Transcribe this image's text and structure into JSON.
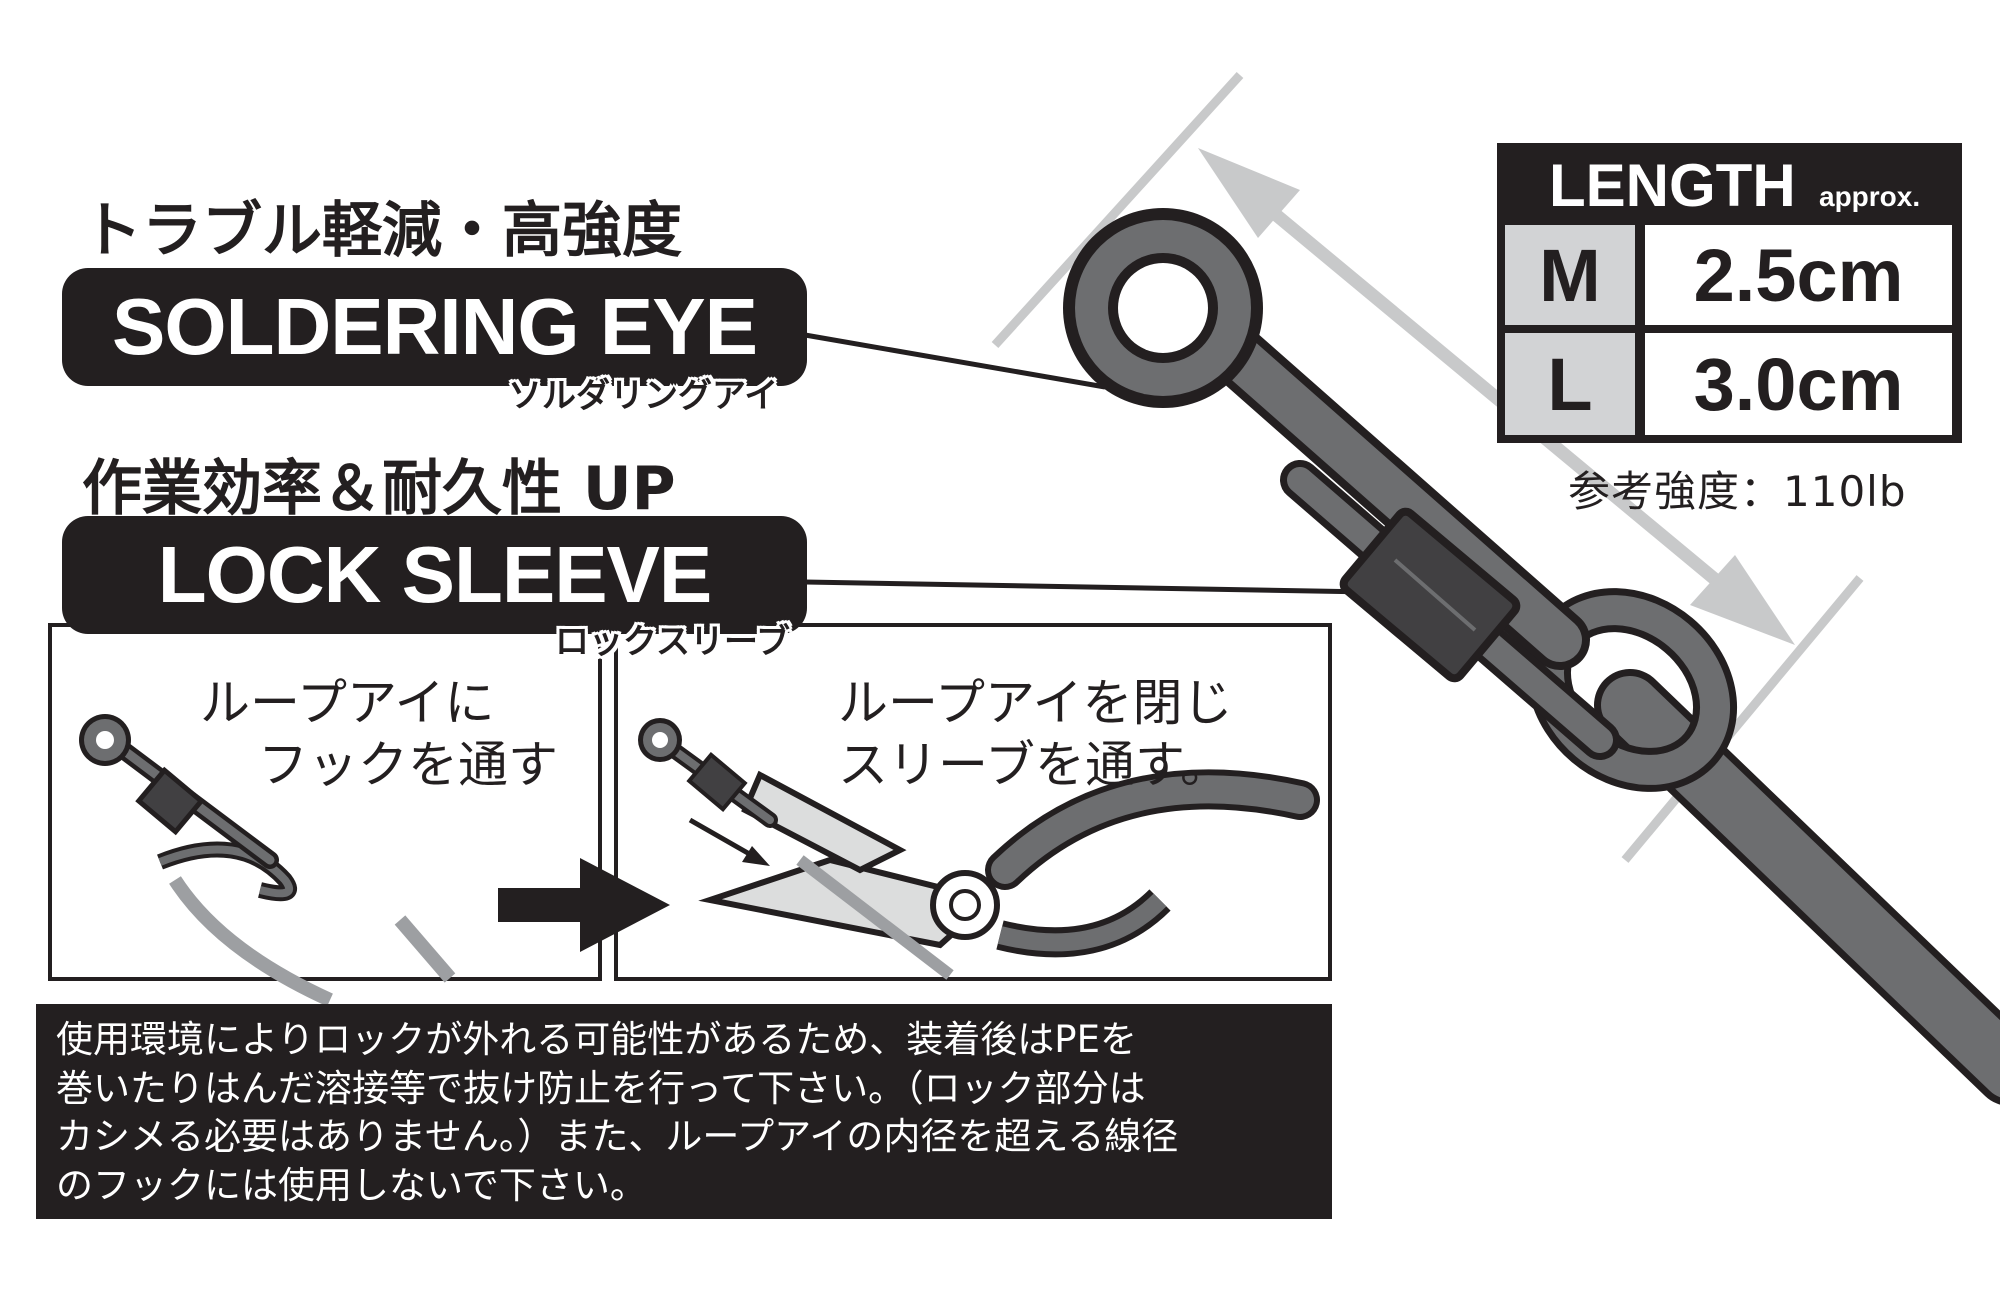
{
  "features": [
    {
      "heading": "トラブル軽減・高強度",
      "name": "SOLDERING EYE",
      "kana": "ソルダリングアイ"
    },
    {
      "heading": "作業効率＆耐久性 UP",
      "name": "LOCK SLEEVE",
      "kana": "ロックスリーブ"
    }
  ],
  "steps": [
    {
      "lines": [
        "ループアイに",
        "フックを通す"
      ]
    },
    {
      "lines": [
        "ループアイを閉じ",
        "スリーブを通す。"
      ]
    }
  ],
  "notice": {
    "lines": [
      "使用環境によりロックが外れる可能性があるため、装着後はPEを",
      "巻いたりはんだ溶接等で抜け防止を行って下さい。（ロック部分は",
      "カシメる必要はありません。）また、ループアイの内径を超える線径",
      "のフックには使用しないで下さい。"
    ]
  },
  "length_table": {
    "title": "LENGTH",
    "approx": "approx.",
    "rows": [
      {
        "size": "M",
        "value": "2.5cm"
      },
      {
        "size": "L",
        "value": "3.0cm"
      }
    ]
  },
  "strength": "参考強度：110lb",
  "colors": {
    "ink": "#231f20",
    "table_size_bg": "#d2d3d5",
    "guide_gray": "#c8c9ca",
    "wire_gray": "#6d6e70"
  }
}
